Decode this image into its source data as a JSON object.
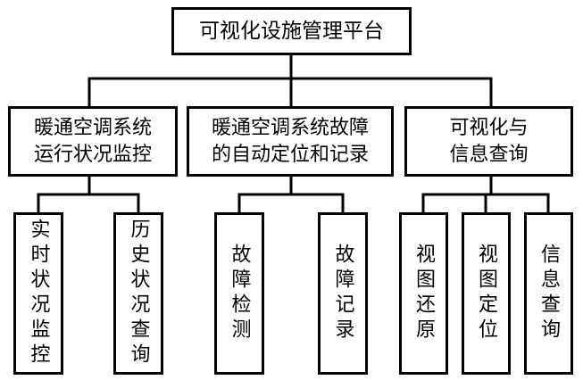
{
  "root": {
    "label": "可视化设施管理平台"
  },
  "categories": [
    {
      "lines": [
        "暖通空调系统",
        "运行状况监控"
      ]
    },
    {
      "lines": [
        "暖通空调系统故障",
        "的自动定位和记录"
      ]
    },
    {
      "lines": [
        "可视化与",
        "信息查询"
      ]
    }
  ],
  "leaves": [
    {
      "label": "实时状况监控"
    },
    {
      "label": "历史状况查询"
    },
    {
      "label": "故障检测"
    },
    {
      "label": "故障记录"
    },
    {
      "label": "视图还原"
    },
    {
      "label": "视图定位"
    },
    {
      "label": "信息查询"
    }
  ],
  "colors": {
    "line": "#000000",
    "background": "#ffffff",
    "text": "#000000"
  }
}
